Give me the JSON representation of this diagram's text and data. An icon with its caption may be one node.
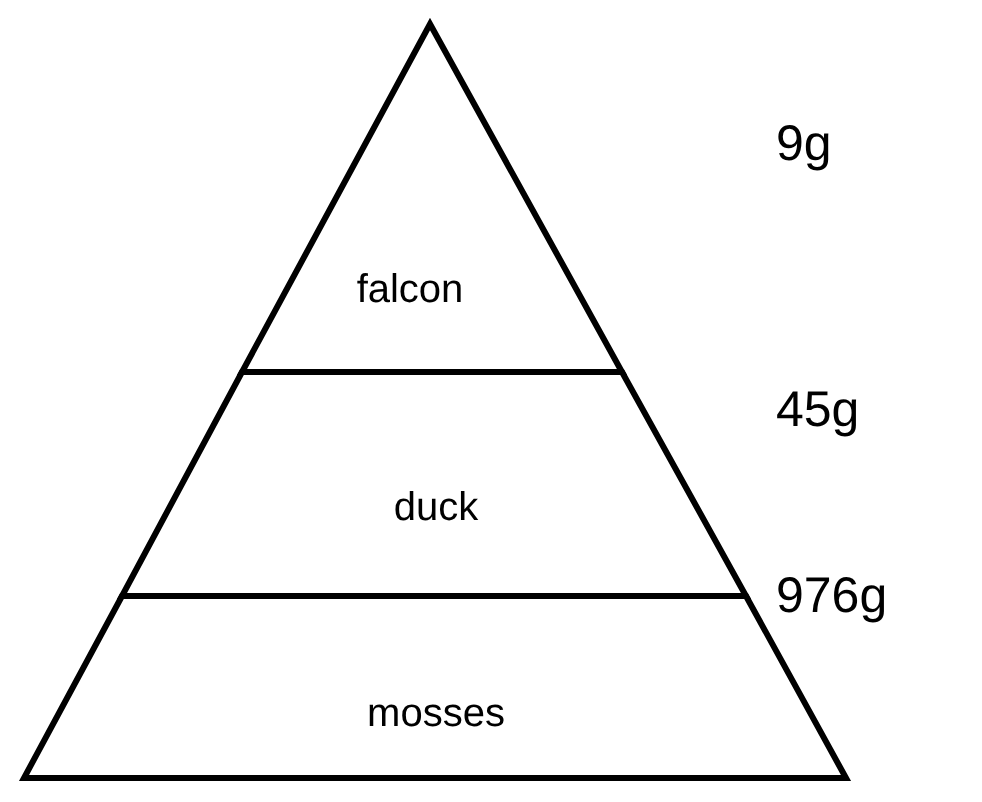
{
  "diagram": {
    "nodes": [
      {
        "text": [
          "falcon"
        ]
      },
      {
        "text": [
          "duck"
        ]
      },
      {
        "text": [
          "mosses"
        ]
      }
    ],
    "labels": [
      "9g",
      "45g",
      "976g"
    ]
  }
}
